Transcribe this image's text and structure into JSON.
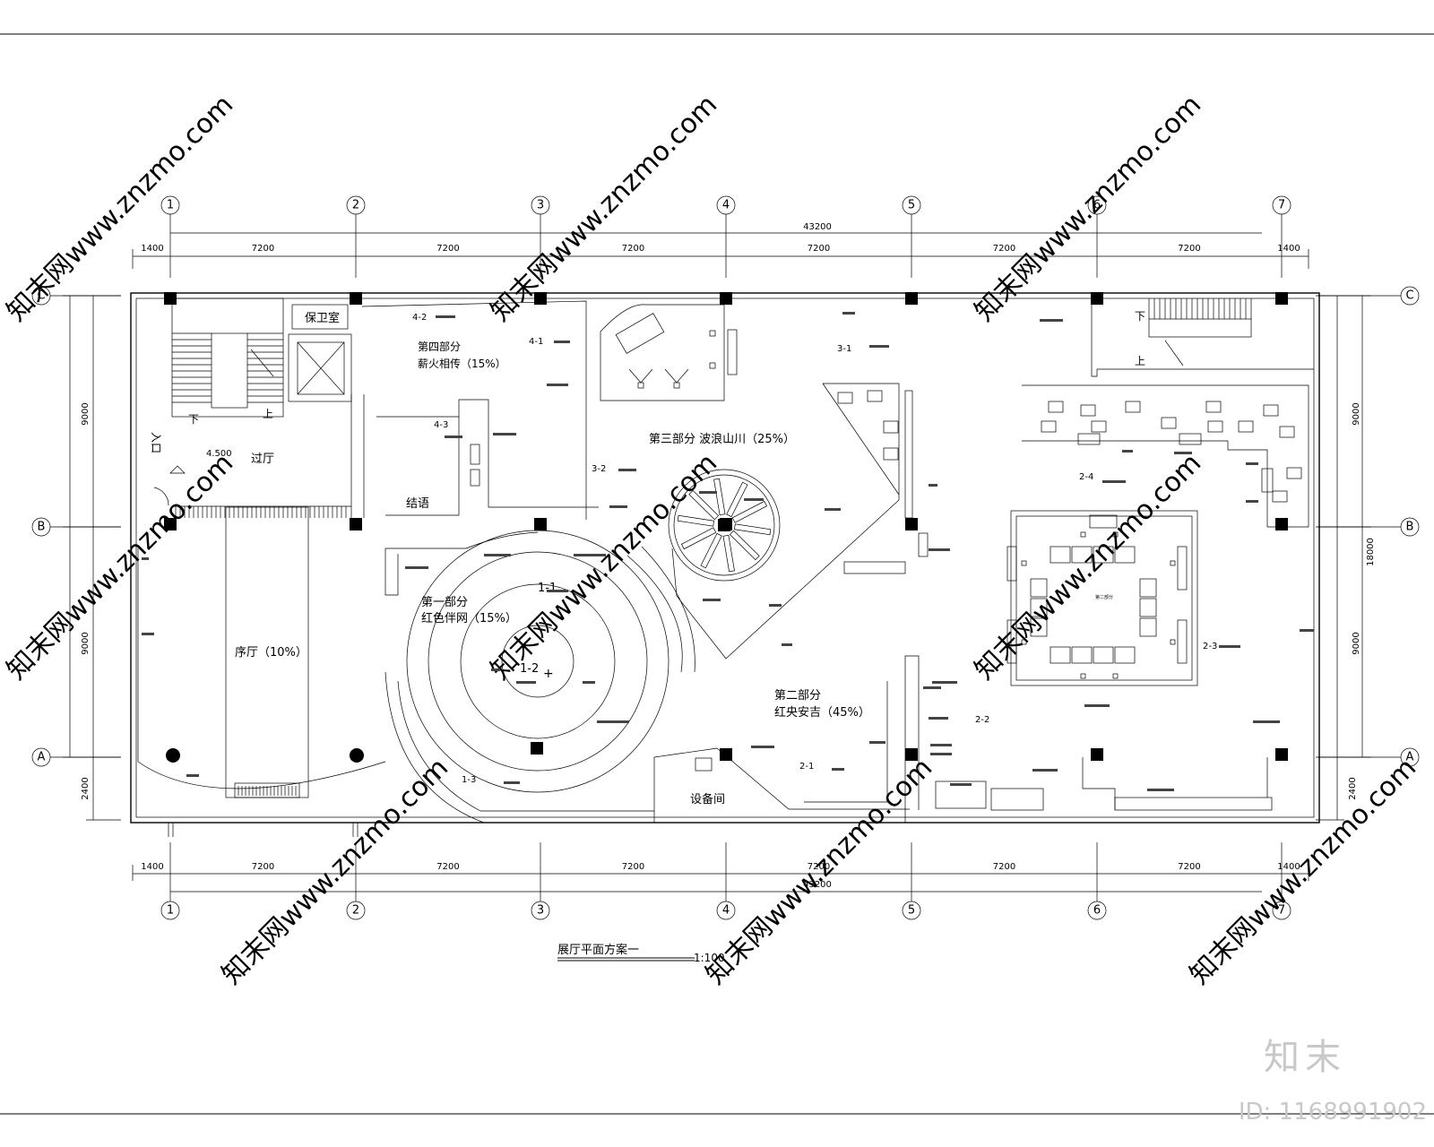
{
  "plan": {
    "title": "展厅平面方案一",
    "scale": "1:100",
    "overall_dimension": "43200",
    "bay_dimension": "7200",
    "edge_dimension": "1400",
    "vertical_dimensions": {
      "total": "18000",
      "half": "9000",
      "bottom": "2400"
    },
    "column_axes": [
      "1",
      "2",
      "3",
      "4",
      "5",
      "6",
      "7"
    ],
    "row_axes": [
      "C",
      "B",
      "A"
    ],
    "elevation": "4.500"
  },
  "zones": {
    "part1_title": "第一部分",
    "part1_sub": "红色伴网（15%）",
    "part2_title": "第二部分",
    "part2_sub": "红央安吉（45%）",
    "part3_title": "第三部分  波浪山川（25%）",
    "part4_title": "第四部分",
    "part4_sub": "薪火相传（15%）",
    "hall": "序厅（10%）",
    "lobby": "过厅",
    "ending": "结语",
    "equipment": "设备间",
    "security": "保卫室",
    "entrance": "入口"
  },
  "codes": [
    "1-1",
    "1-2",
    "1-3",
    "2-1",
    "2-2",
    "2-3",
    "2-4",
    "3-1",
    "3-2",
    "4-1",
    "4-2",
    "4-3"
  ],
  "stair_labels": {
    "down": "下",
    "up": "上"
  },
  "watermark": {
    "brand": "知末",
    "id": "ID: 1168991902",
    "text": "知末网www.znzmo.com"
  }
}
